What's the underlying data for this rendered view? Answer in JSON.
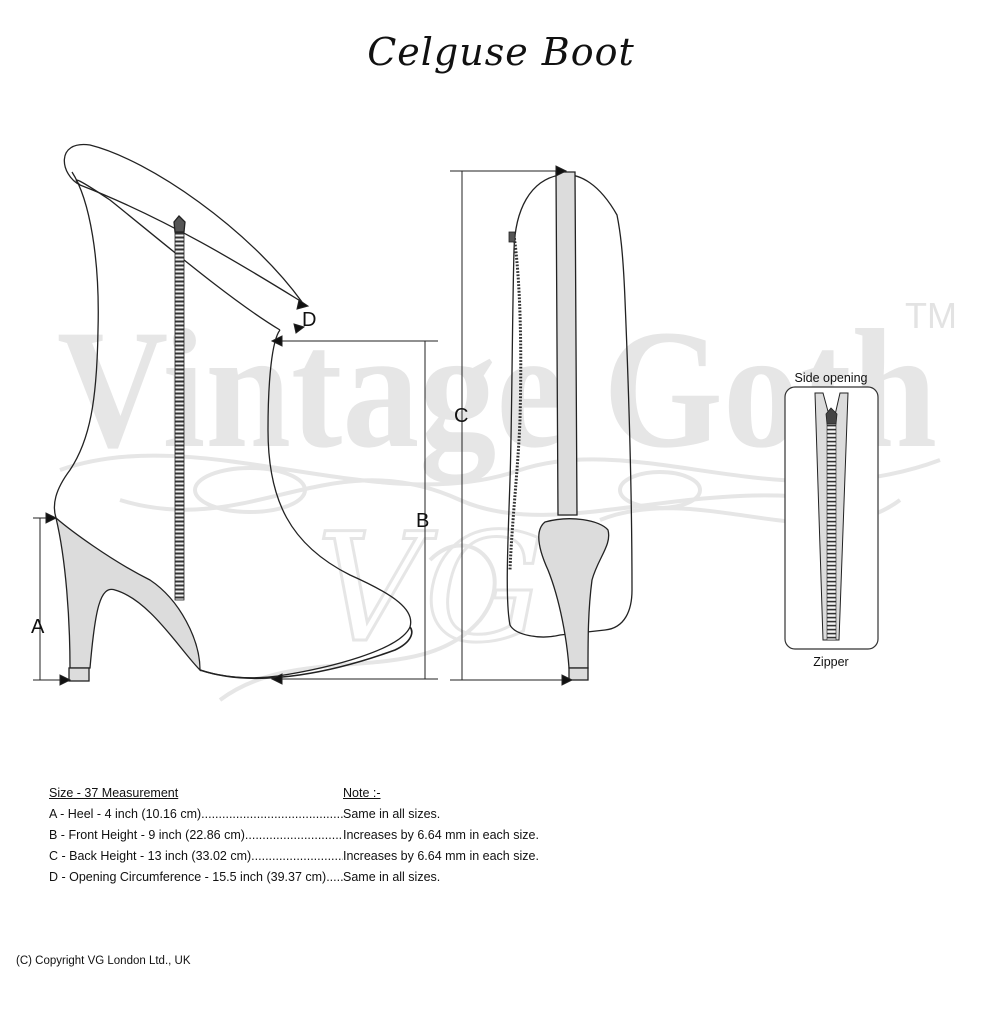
{
  "title": "Celguse Boot",
  "watermark": {
    "text": "Vintage Goth",
    "monogram": "VG",
    "trademark": "TM"
  },
  "dimension_labels": {
    "a": "A",
    "b": "B",
    "c": "C",
    "d": "D"
  },
  "zipper_detail": {
    "caption_top": "Side opening",
    "caption_bottom": "Zipper"
  },
  "measurements": {
    "header": "Size - 37 Measurement",
    "note_header": "Note :-",
    "rows": [
      {
        "label": "A - Heel  - 4 inch (10.16 cm)",
        "note": "Same in all sizes."
      },
      {
        "label": "B - Front Height - 9 inch (22.86 cm)",
        "note": "Increases by 6.64 mm in each size."
      },
      {
        "label": "C - Back Height - 13 inch (33.02 cm)",
        "note": "Increases by 6.64 mm in each size."
      },
      {
        "label": "D - Opening Circumference - 15.5 inch (39.37 cm)",
        "note": "Same in all sizes."
      }
    ]
  },
  "copyright": "(C) Copyright VG London Ltd., UK",
  "colors": {
    "outline": "#222222",
    "heel_fill": "#dcdcdc",
    "watermark": "#e6e6e6",
    "zipper_teeth": "#333333"
  }
}
